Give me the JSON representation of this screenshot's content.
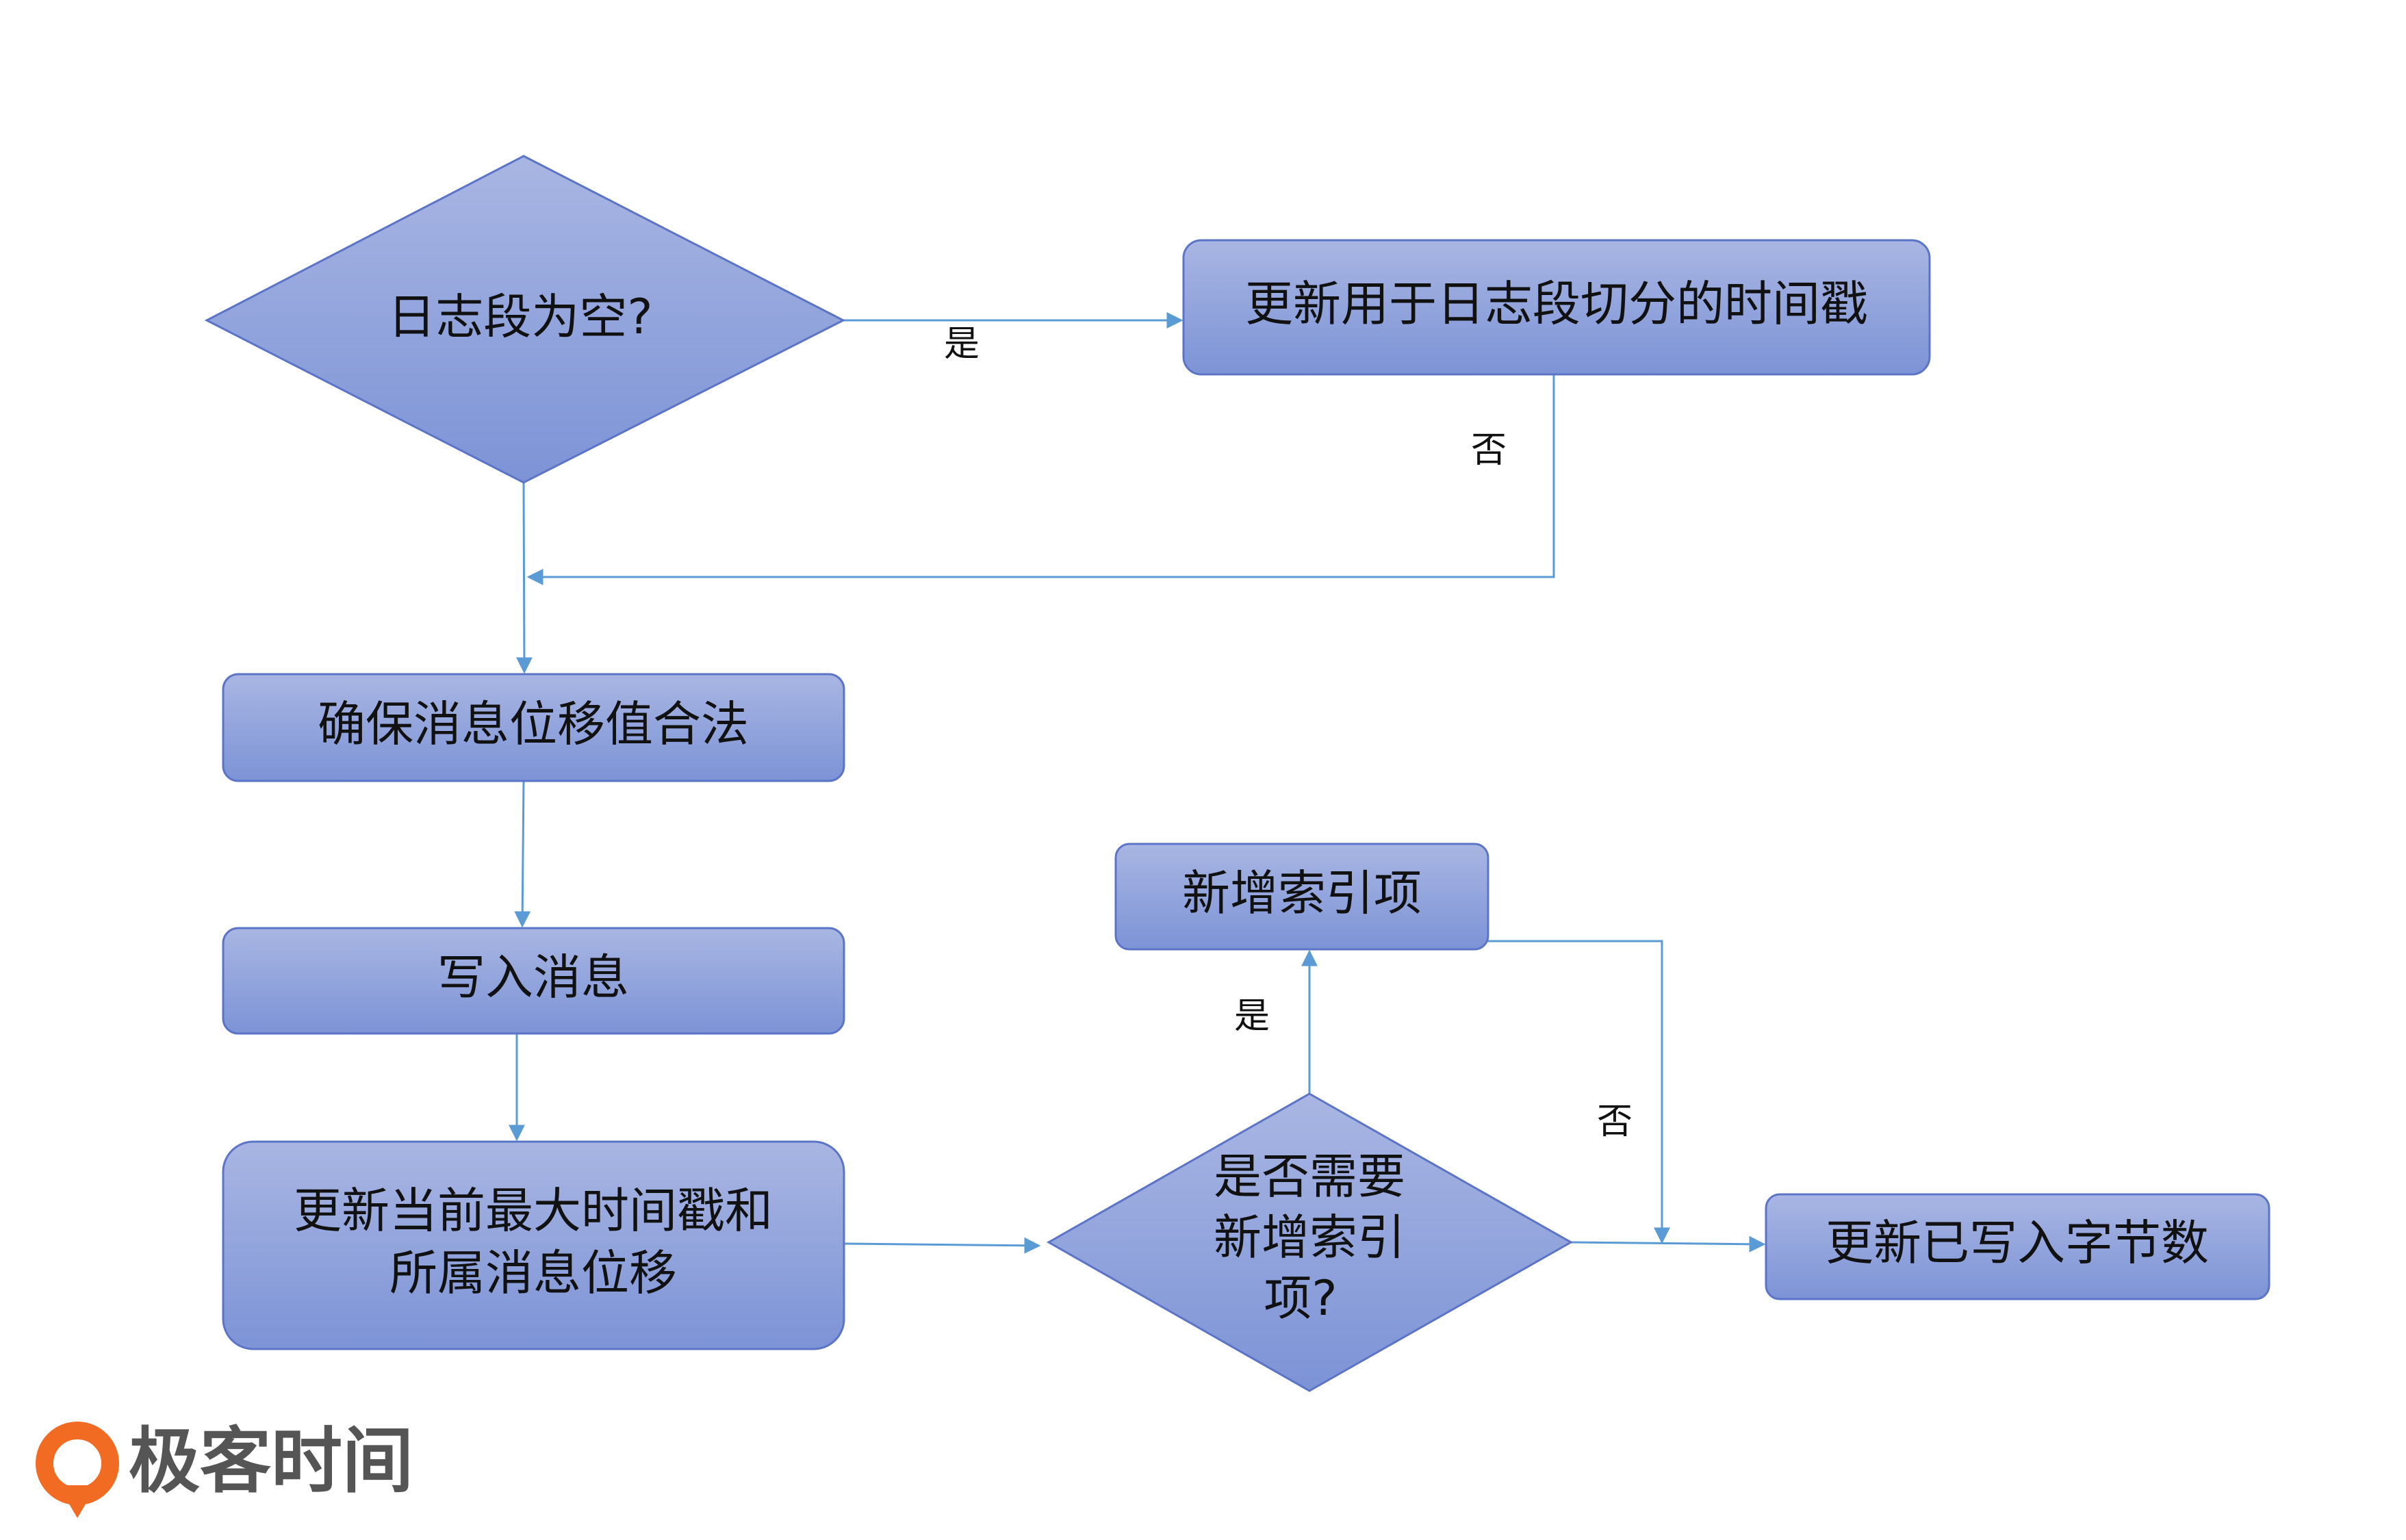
{
  "colors": {
    "node_fill_top": "#a9b6e3",
    "node_fill_bottom": "#7c93d6",
    "node_stroke": "#5b74c7",
    "edge": "#5b9bd5",
    "text": "#111111",
    "logo_orange": "#f26b22",
    "logo_text": "#555555"
  },
  "nodes": {
    "decision_empty": {
      "shape": "diamond",
      "lines": [
        "日志段为空?"
      ]
    },
    "update_split_ts": {
      "shape": "rounded-rect",
      "lines": [
        "更新用于日志段切分的时间戳"
      ]
    },
    "ensure_offset": {
      "shape": "rounded-rect",
      "lines": [
        "确保消息位移值合法"
      ]
    },
    "write_msg": {
      "shape": "rounded-rect",
      "lines": [
        "写入消息"
      ]
    },
    "update_max_ts": {
      "shape": "rounded-rect",
      "lines": [
        "更新当前最大时间戳和",
        "所属消息位移"
      ]
    },
    "decision_index": {
      "shape": "diamond",
      "lines": [
        "是否需要",
        "新增索引",
        "项?"
      ]
    },
    "add_index": {
      "shape": "rounded-rect",
      "lines": [
        "新增索引项"
      ]
    },
    "update_bytes": {
      "shape": "rounded-rect",
      "lines": [
        "更新已写入字节数"
      ]
    }
  },
  "edge_labels": {
    "empty_yes": "是",
    "split_no": "否",
    "index_yes": "是",
    "index_no": "否"
  },
  "logo": {
    "text": "极客时间"
  }
}
